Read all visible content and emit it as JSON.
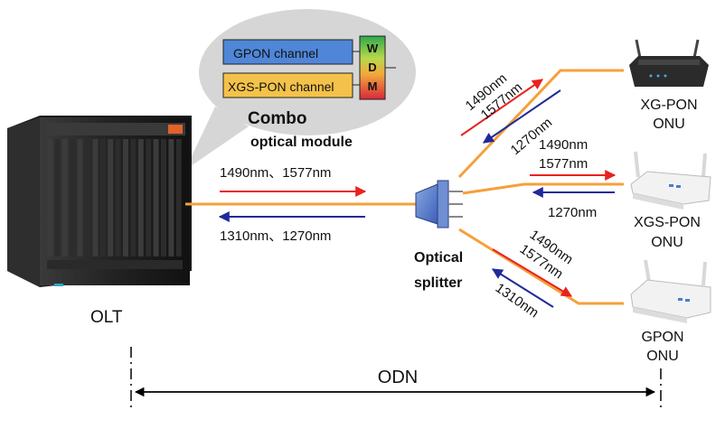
{
  "module": {
    "gpon_channel": "GPON  channel",
    "xgs_channel": "XGS-PON channel",
    "wdm_letters": [
      "W",
      "D",
      "M"
    ],
    "title_line1": "Combo",
    "title_line2": "optical module"
  },
  "olt": {
    "label": "OLT",
    "downstream": "1490nm、1577nm",
    "upstream": "1310nm、1270nm"
  },
  "splitter": {
    "line1": "Optical",
    "line2": "splitter"
  },
  "branches": {
    "top": {
      "down1": "1490nm",
      "down2": "1577nm",
      "up": "1270nm"
    },
    "middle": {
      "down1": "1490nm",
      "down2": "1577nm",
      "up": "1270nm"
    },
    "bottom": {
      "down1": "1490nm",
      "down2": "1577nm",
      "up": "1310nm"
    }
  },
  "onus": [
    {
      "line1": "XG-PON",
      "line2": "ONU"
    },
    {
      "line1": "XGS-PON",
      "line2": "ONU"
    },
    {
      "line1": "GPON",
      "line2": "ONU"
    }
  ],
  "odn": {
    "label": "ODN"
  },
  "colors": {
    "fiber": "#f5a03a",
    "downstream_arrow": "#e8231f",
    "upstream_arrow": "#1f2a9a",
    "gpon_box": "#4f86d8",
    "xgs_box": "#f4c24a",
    "bubble": "#d6d6d6"
  }
}
